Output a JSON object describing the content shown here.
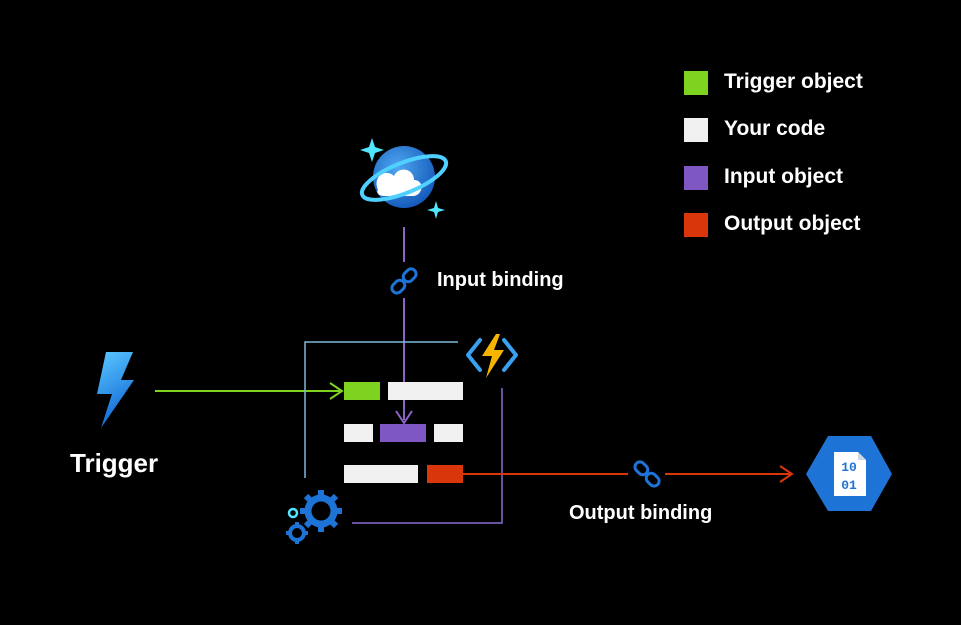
{
  "legend": {
    "items": [
      {
        "label": "Trigger object",
        "color": "#7ed320"
      },
      {
        "label": "Your code",
        "color": "#f0f0f0"
      },
      {
        "label": "Input object",
        "color": "#7e57c2"
      },
      {
        "label": "Output object",
        "color": "#d9360b"
      }
    ]
  },
  "labels": {
    "trigger": "Trigger",
    "input_binding": "Input binding",
    "output_binding": "Output binding"
  },
  "storage_icon": {
    "line1": "10",
    "line2": "01"
  },
  "colors": {
    "background": "#000000",
    "trigger_arrow": "#7ed320",
    "input_arrow": "#8e63c9",
    "output_arrow": "#d9360b",
    "function_frame": "#7fb8d9",
    "function_frame_bottom": "#8a6cd1",
    "azure_blue": "#1e73d6",
    "lightning_yellow": "#f7b500",
    "cyan_sparkle": "#50e6ff"
  },
  "icons": {
    "trigger": "lightning-bolt-icon",
    "database": "cosmos-db-planet-icon",
    "function": "azure-functions-icon",
    "gears": "gears-icon",
    "link": "chain-link-icon",
    "storage": "blob-storage-binary-icon"
  }
}
